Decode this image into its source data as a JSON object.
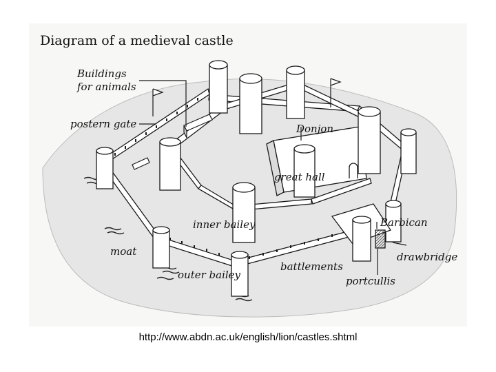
{
  "title": "Diagram of a medieval castle",
  "labels": {
    "buildings_line1": "Buildings",
    "buildings_line2": "for animals",
    "postern_gate": "postern gate",
    "donjon": "Donjon",
    "great_hall": "great hall",
    "inner_bailey": "inner bailey",
    "barbican": "Barbican",
    "moat": "moat",
    "drawbridge": "drawbridge",
    "battlements": "battlements",
    "outer_bailey": "outer bailey",
    "portcullis": "portcullis"
  },
  "source_url": "http://www.abdn.ac.uk/english/lion/castles.shtml",
  "colors": {
    "ink": "#1a1a1a",
    "stone": "#ffffff",
    "shade": "#cfcfcf",
    "moat": "#e4e4e4"
  }
}
